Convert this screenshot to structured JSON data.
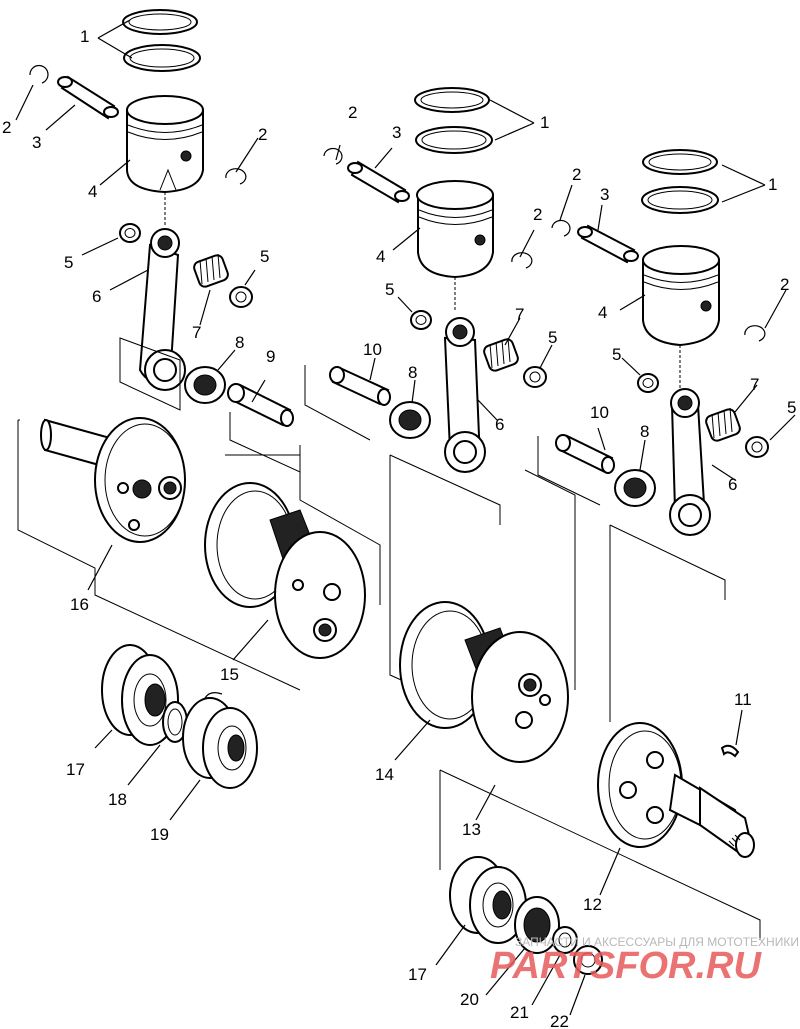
{
  "diagram": {
    "callouts": [
      {
        "id": "c1a",
        "text": "1"
      },
      {
        "id": "c2a",
        "text": "2"
      },
      {
        "id": "c3a",
        "text": "3"
      },
      {
        "id": "c2b",
        "text": "2"
      },
      {
        "id": "c4a",
        "text": "4"
      },
      {
        "id": "c5a",
        "text": "5"
      },
      {
        "id": "c5b",
        "text": "5"
      },
      {
        "id": "c6a",
        "text": "6"
      },
      {
        "id": "c7a",
        "text": "7"
      },
      {
        "id": "c8a",
        "text": "8"
      },
      {
        "id": "c9a",
        "text": "9"
      },
      {
        "id": "c16",
        "text": "16"
      },
      {
        "id": "c15",
        "text": "15"
      },
      {
        "id": "c17a",
        "text": "17"
      },
      {
        "id": "c18",
        "text": "18"
      },
      {
        "id": "c19",
        "text": "19"
      },
      {
        "id": "c2c",
        "text": "2"
      },
      {
        "id": "c3b",
        "text": "3"
      },
      {
        "id": "c1b",
        "text": "1"
      },
      {
        "id": "c2d",
        "text": "2"
      },
      {
        "id": "c4b",
        "text": "4"
      },
      {
        "id": "c5c",
        "text": "5"
      },
      {
        "id": "c7b",
        "text": "7"
      },
      {
        "id": "c5d",
        "text": "5"
      },
      {
        "id": "c10a",
        "text": "10"
      },
      {
        "id": "c8b",
        "text": "8"
      },
      {
        "id": "c6b",
        "text": "6"
      },
      {
        "id": "c14",
        "text": "14"
      },
      {
        "id": "c13",
        "text": "13"
      },
      {
        "id": "c17b",
        "text": "17"
      },
      {
        "id": "c20",
        "text": "20"
      },
      {
        "id": "c21",
        "text": "21"
      },
      {
        "id": "c22",
        "text": "22"
      },
      {
        "id": "c2e",
        "text": "2"
      },
      {
        "id": "c3c",
        "text": "3"
      },
      {
        "id": "c1c",
        "text": "1"
      },
      {
        "id": "c4c",
        "text": "4"
      },
      {
        "id": "c2f",
        "text": "2"
      },
      {
        "id": "c5e",
        "text": "5"
      },
      {
        "id": "c7c",
        "text": "7"
      },
      {
        "id": "c5f",
        "text": "5"
      },
      {
        "id": "c10b",
        "text": "10"
      },
      {
        "id": "c8c",
        "text": "8"
      },
      {
        "id": "c6c",
        "text": "6"
      },
      {
        "id": "c11",
        "text": "11"
      },
      {
        "id": "c12",
        "text": "12"
      }
    ]
  },
  "watermark": {
    "caption": "ЗАПЧАСТИ И АКСЕССУАРЫ ДЛЯ МОТОТЕХНИКИ",
    "logo": "PARTSFOR.RU"
  },
  "colors": {
    "line": "#000000",
    "background": "#ffffff",
    "watermark": "#e85a5a"
  }
}
